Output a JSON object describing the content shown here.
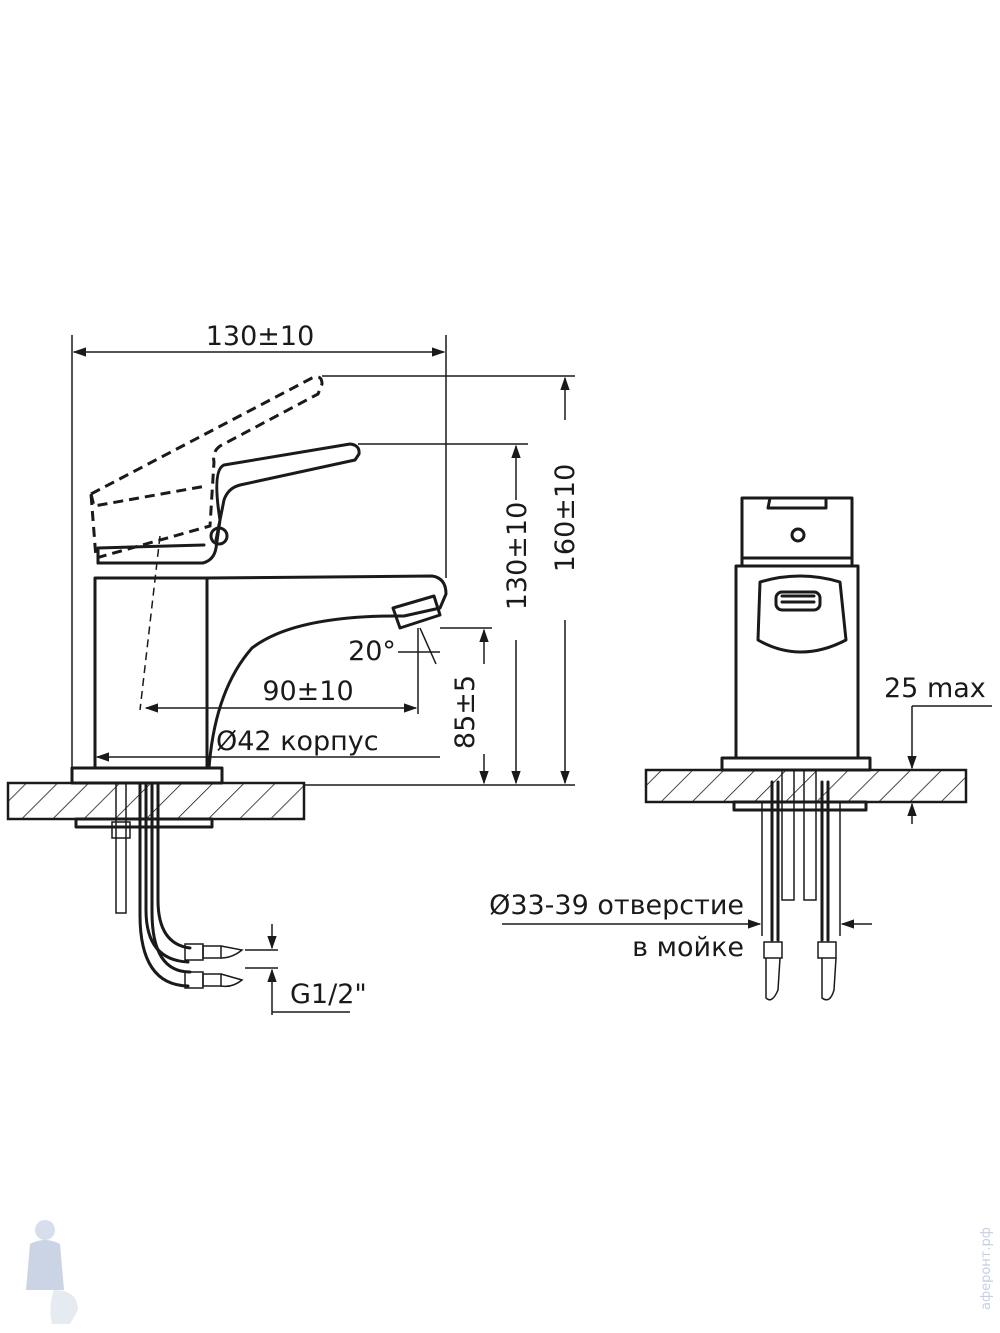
{
  "dimensions": {
    "overall_length": "130±10",
    "height_max": "160±10",
    "height_spout": "130±10",
    "spout_reach": "90±10",
    "spout_height": "85±5",
    "spout_angle": "20°",
    "body_diameter": "Ø42  корпус",
    "thread": "G1/2\"",
    "max_counter_thickness": "25 max",
    "hole_diameter_line1": "Ø33-39 отверстие",
    "hole_diameter_line2": "в мойке"
  },
  "watermark": {
    "text": "аферонт.рф",
    "icon": "plumber-mascot-icon"
  }
}
